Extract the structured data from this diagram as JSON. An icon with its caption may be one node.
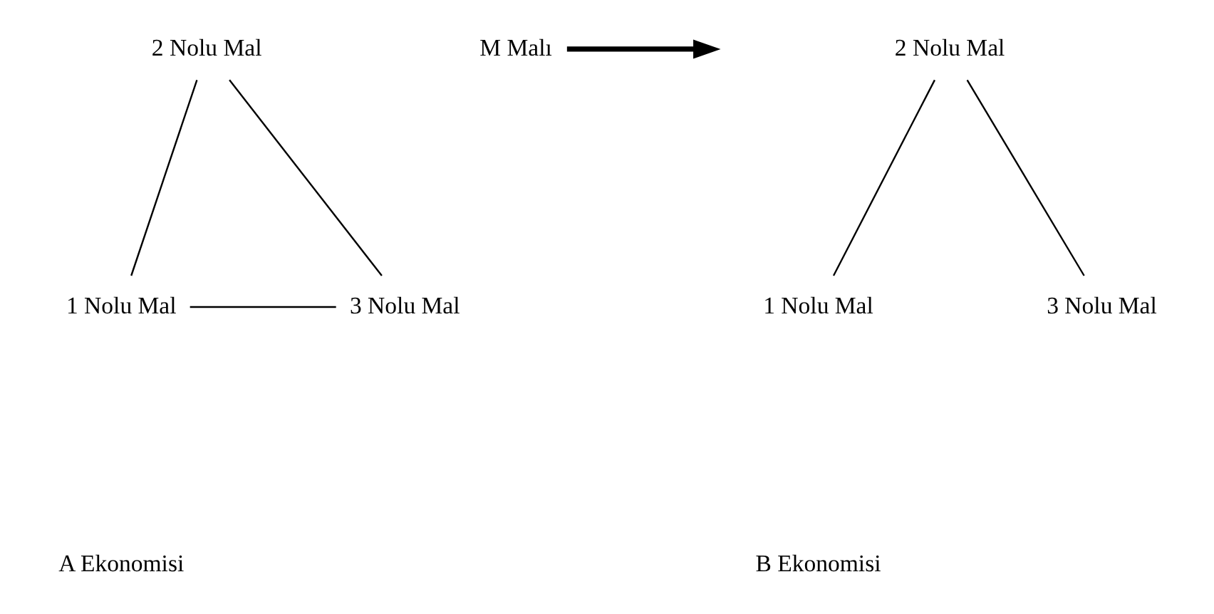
{
  "diagram": {
    "nodes": [
      {
        "text": [
          "2 Nolu Mal"
        ]
      },
      {
        "text": [
          "1 Nolu Mal"
        ]
      },
      {
        "text": [
          "3 Nolu Mal"
        ]
      },
      {
        "text": [
          "M Malı"
        ]
      },
      {
        "text": [
          "2 Nolu Mal"
        ]
      },
      {
        "text": [
          "1 Nolu Mal"
        ]
      },
      {
        "text": [
          "3 Nolu Mal"
        ]
      }
    ],
    "edges": [
      {
        "from": 0,
        "to": 1,
        "arrow": "none"
      },
      {
        "from": 0,
        "to": 2,
        "arrow": "none"
      },
      {
        "from": 1,
        "to": 2,
        "arrow": "none"
      },
      {
        "from": 3,
        "to": null,
        "arrow": "to",
        "style": "thick"
      },
      {
        "from": 4,
        "to": 5,
        "arrow": "none"
      },
      {
        "from": 4,
        "to": 6,
        "arrow": "none"
      }
    ],
    "labels": [
      "A Ekonomisi",
      "B Ekonomisi"
    ]
  }
}
